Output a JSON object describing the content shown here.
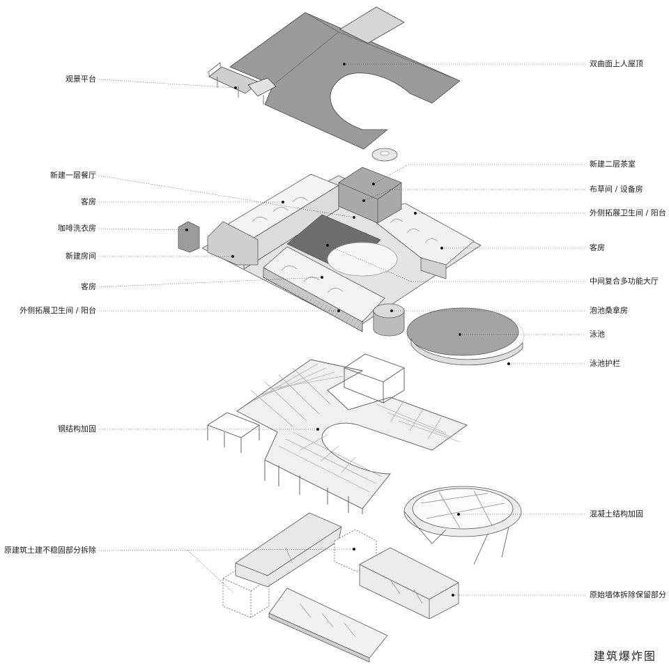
{
  "caption": "建筑爆炸图",
  "labels_left": {
    "viewing_platform": "观景平台",
    "new_dining": "新建一层餐厅",
    "guest_room_a": "客房",
    "coffee_laundry": "咖啡洗衣房",
    "new_room": "新建房间",
    "guest_room_b": "客房",
    "ext_bath_left": "外侧拓展卫生间 / 阳台",
    "steel_reinforce": "钢结构加固",
    "demolish_unstable": "原建筑土建不稳固部分拆除"
  },
  "labels_right": {
    "roof": "双曲面上人屋顶",
    "tea_room": "新建二层茶室",
    "linen_equip": "布草间 / 设备房",
    "ext_bath_right": "外侧拓展卫生间 / 阳台",
    "guest_room_c": "客房",
    "hall": "中间复合多功能大厅",
    "sauna": "泡池桑拿房",
    "pool": "泳池",
    "pool_rail": "泳池护栏",
    "concrete_reinforce": "混凝土结构加固",
    "wall_keep": "原始墙体拆除保留部分"
  }
}
